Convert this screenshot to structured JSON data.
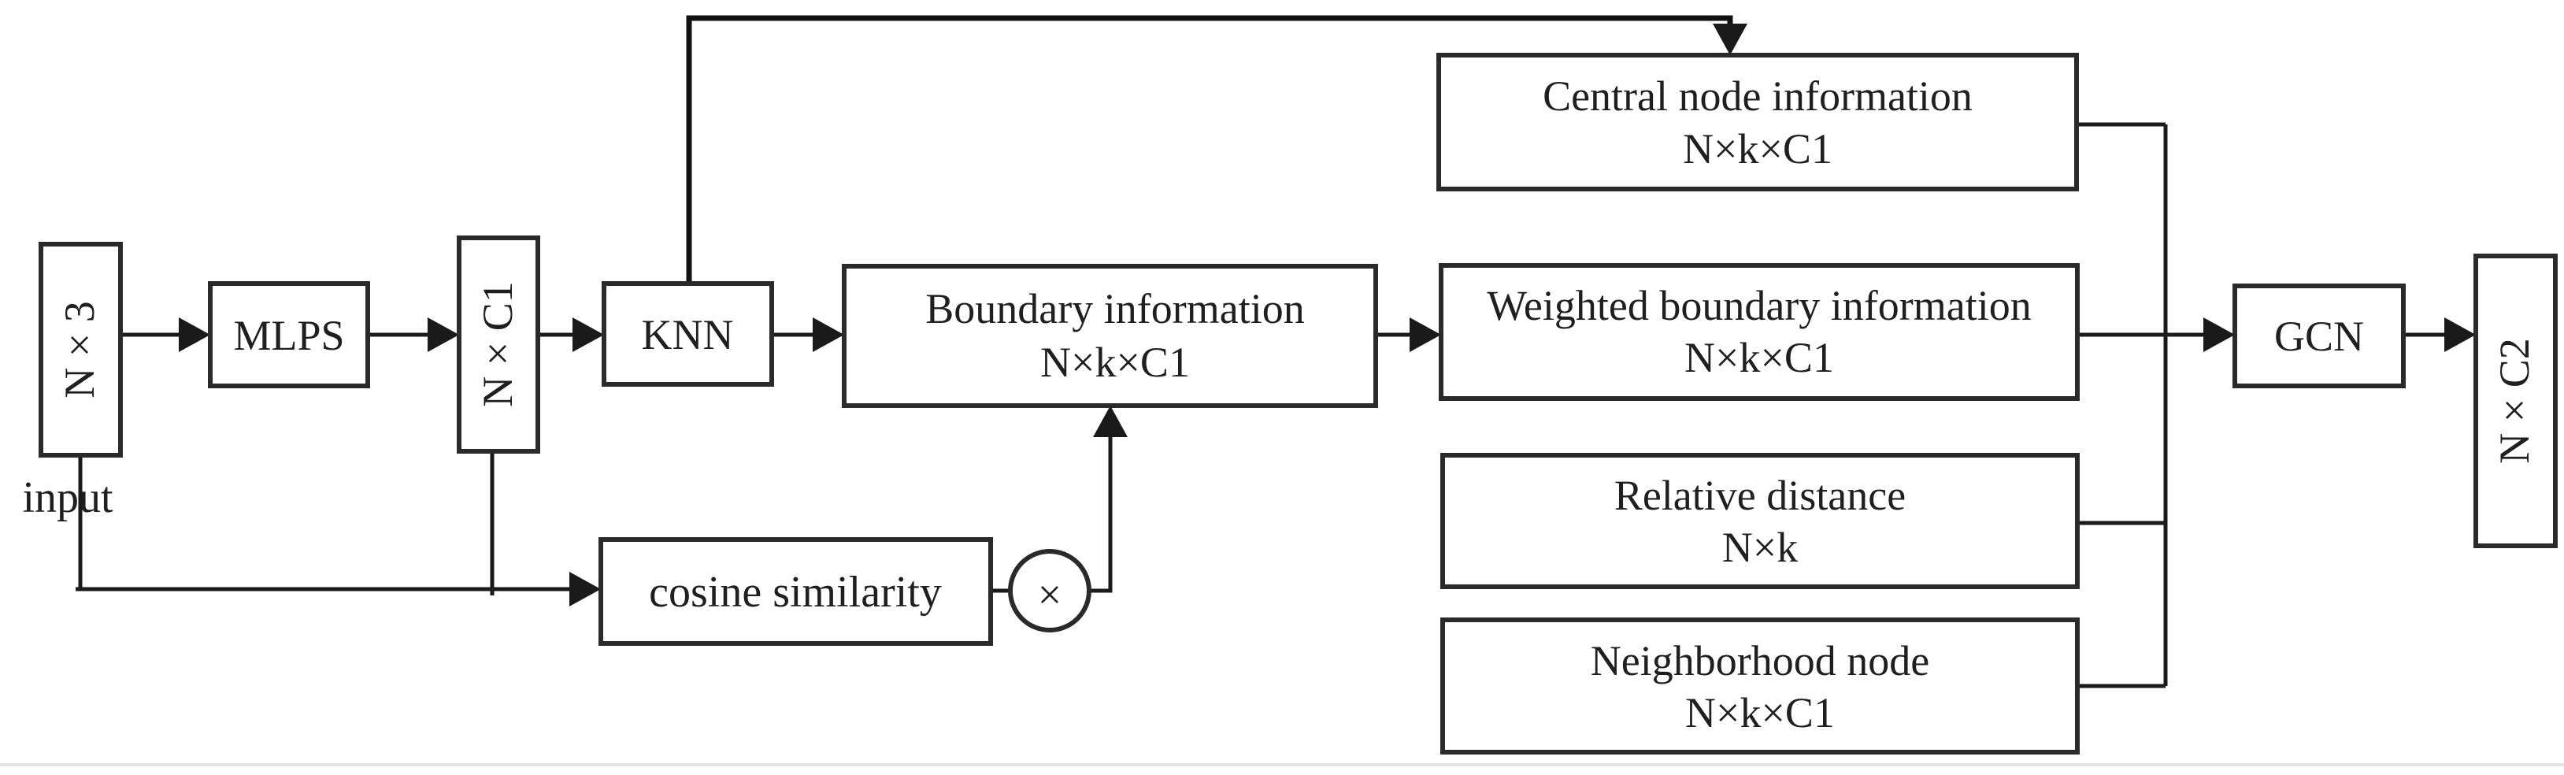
{
  "diagram": {
    "labels": {
      "input": "input"
    },
    "nodes": {
      "input_tensor": {
        "label": "N × 3"
      },
      "mlps": {
        "label": "MLPS"
      },
      "feature_tensor": {
        "label": "N × C1"
      },
      "knn": {
        "label": "KNN"
      },
      "boundary": {
        "line1": "Boundary information",
        "line2": "N×k×C1"
      },
      "central": {
        "line1": "Central node information",
        "line2": "N×k×C1"
      },
      "weighted": {
        "line1": "Weighted boundary information",
        "line2": "N×k×C1"
      },
      "relative": {
        "line1": "Relative distance",
        "line2": "N×k"
      },
      "neighborhood": {
        "line1": "Neighborhood node",
        "line2": "N×k×C1"
      },
      "cosine": {
        "label": "cosine similarity"
      },
      "gcn": {
        "label": "GCN"
      },
      "output_tensor": {
        "label": "N × C2"
      }
    },
    "operators": {
      "multiply": "×"
    },
    "colors": {
      "stroke": "#2a2a2a",
      "line": "#1a1a1a",
      "text": "#1f1f1f",
      "background": "#ffffff"
    }
  }
}
